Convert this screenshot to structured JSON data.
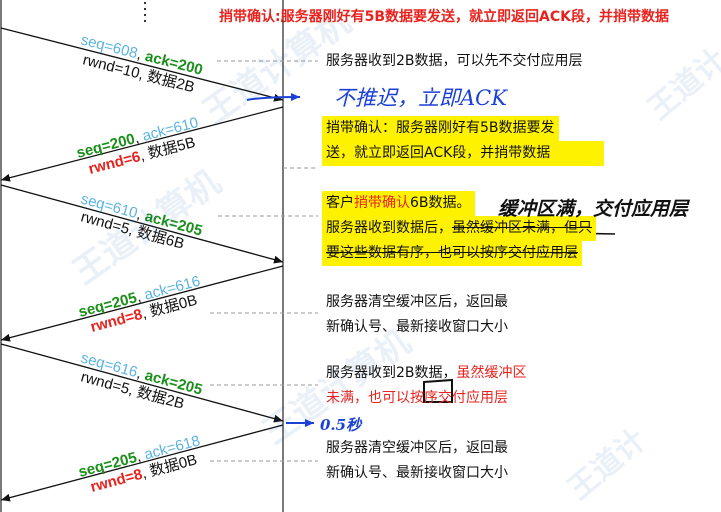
{
  "header_note": "捎带确认:服务器刚好有5B数据要发送，就立即返回ACK段，并捎带数据",
  "segments": [
    {
      "seq": "seq=608",
      "ack": "ack=200",
      "rwnd": "rwnd=10",
      "data": "数据2B",
      "direction": "right"
    },
    {
      "seq": "seq=200",
      "ack": "ack=610",
      "rwnd": "rwnd=6",
      "data": "数据5B",
      "direction": "left"
    },
    {
      "seq": "seq=610",
      "ack": "ack=205",
      "rwnd": "rwnd=5",
      "data": "数据6B",
      "direction": "right"
    },
    {
      "seq": "seq=205",
      "ack": "ack=616",
      "rwnd": "rwnd=8",
      "data": "数据0B",
      "direction": "left"
    },
    {
      "seq": "seq=616",
      "ack": "ack=205",
      "rwnd": "rwnd=5",
      "data": "数据2B",
      "direction": "right"
    },
    {
      "seq": "seq=205",
      "ack": "ack=618",
      "rwnd": "rwnd=8",
      "data": "数据0B",
      "direction": "left"
    }
  ],
  "notes": {
    "n1": "服务器收到2B数据，可以先不交付应用层",
    "n2_line1": "捎带确认：服务器刚好有5B数据要发",
    "n2_line2": "送，就立即返回ACK段，并捎带数据",
    "n3_prefix": "客户",
    "n3_red": "捎带确认",
    "n3_suffix": "6B数据。",
    "n3_line2a": "服务器收到数据后，",
    "n3_line2b": "虽然缓冲区未满，但只",
    "n3_line3": "要这些数据有序，也可以按序交付应用层",
    "n4_line1": "服务器清空缓冲区后，返回最",
    "n4_line2": "新确认号、最新接收窗口大小",
    "n5_black": "服务器收到2B数据，",
    "n5_red1": "虽然缓冲区",
    "n5_red2": "未满，也可以按序交付应用层",
    "n6_line1": "服务器清空缓冲区后，返回最",
    "n6_line2": "新确认号、最新接收窗口大小"
  },
  "handwriting": {
    "h1": "不推迟，立即ACK",
    "h2": "缓冲区满，交付应用层",
    "h3": "0.5秒"
  },
  "watermarks": [
    "王道计算机",
    "王道计",
    "王道计算机",
    "王道计算机",
    "王道计"
  ],
  "colors": {
    "seq": "#5bb4e0",
    "ack_green": "#1a8f1a",
    "ack_blue": "#5bb4e0",
    "rwnd_red": "#e8231e",
    "highlight": "#fff200",
    "pen": "#1a40d8"
  }
}
